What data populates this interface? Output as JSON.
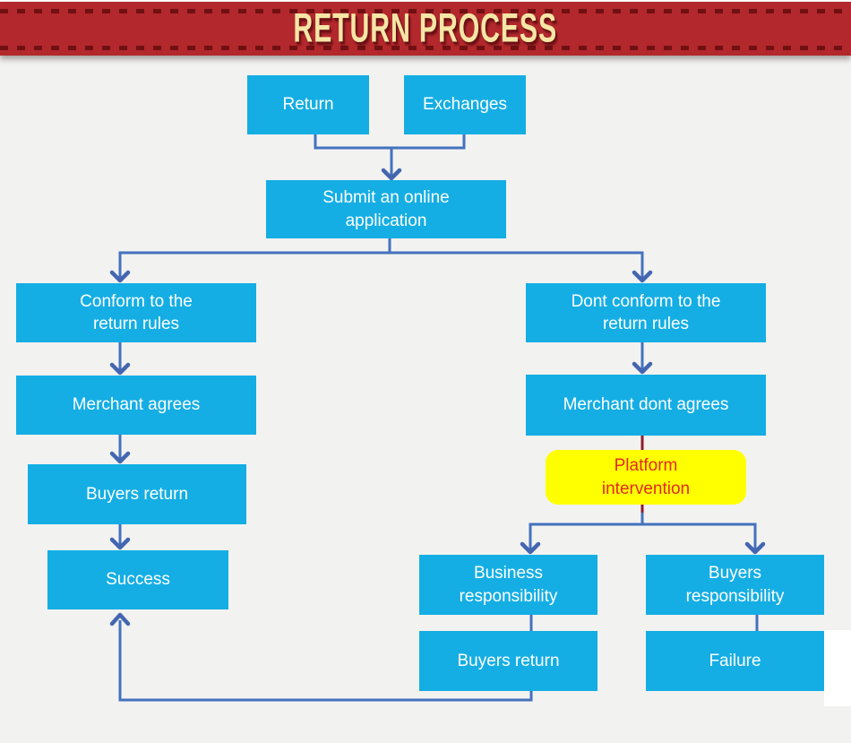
{
  "banner": {
    "title": "RETURN PROCESS"
  },
  "nodes": {
    "return": {
      "label": "Return"
    },
    "exchanges": {
      "label": "Exchanges"
    },
    "submit": {
      "label": "Submit an online\napplication"
    },
    "conform": {
      "label": "Conform to the\nreturn rules"
    },
    "merchant_agrees": {
      "label": "Merchant agrees"
    },
    "buyers_return_left": {
      "label": "Buyers return"
    },
    "success": {
      "label": "Success"
    },
    "dont_conform": {
      "label": "Dont conform to the\nreturn rules"
    },
    "merchant_dont_agrees": {
      "label": "Merchant dont agrees"
    },
    "platform_intervention": {
      "label": "Platform\nintervention"
    },
    "business_responsibility": {
      "label": "Business\nresponsibility"
    },
    "buyers_responsibility": {
      "label": "Buyers\nresponsibility"
    },
    "buyers_return_right": {
      "label": "Buyers return"
    },
    "failure": {
      "label": "Failure"
    }
  },
  "colors": {
    "banner_bg": "#B3282C",
    "banner_dash": "#701013",
    "banner_text": "#F5E6A6",
    "node_bg": "#14AEE4",
    "node_text": "#FFFFFF",
    "connector": "#4472BE",
    "connector_dark": "#8C1E2D",
    "highlight_bg": "#FFFF00",
    "highlight_text": "#E02A1E",
    "page_bg": "#F2F2F0"
  }
}
